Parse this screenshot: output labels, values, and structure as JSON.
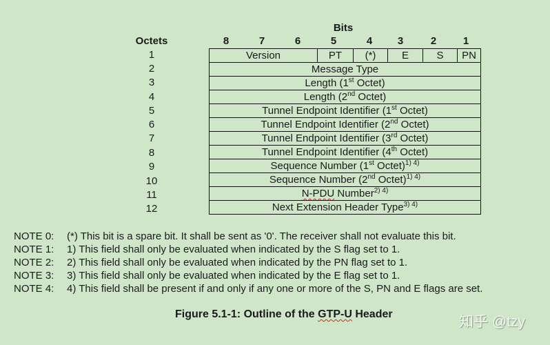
{
  "header": {
    "bits_label": "Bits",
    "octets_label": "Octets",
    "bit_numbers": [
      "8",
      "7",
      "6",
      "5",
      "4",
      "3",
      "2",
      "1"
    ]
  },
  "table": {
    "octet_numbers": [
      "1",
      "2",
      "3",
      "4",
      "5",
      "6",
      "7",
      "8",
      "9",
      "10",
      "11",
      "12"
    ],
    "row1_fields": [
      {
        "label": "Version",
        "bits": 3
      },
      {
        "label": "PT",
        "bits": 1
      },
      {
        "label": "(*)",
        "bits": 1
      },
      {
        "label": "E",
        "bits": 1
      },
      {
        "label": "S",
        "bits": 1
      },
      {
        "label": "PN",
        "bits": 1
      }
    ],
    "rows": [
      {
        "octet": "2",
        "text": "Message Type",
        "sup": "",
        "suffix": "",
        "tail_sup": ""
      },
      {
        "octet": "3",
        "text": "Length (1",
        "sup": "st",
        "suffix": " Octet)",
        "tail_sup": ""
      },
      {
        "octet": "4",
        "text": "Length (2",
        "sup": "nd",
        "suffix": " Octet)",
        "tail_sup": ""
      },
      {
        "octet": "5",
        "text": "Tunnel Endpoint Identifier (1",
        "sup": "st",
        "suffix": " Octet)",
        "tail_sup": ""
      },
      {
        "octet": "6",
        "text": "Tunnel Endpoint Identifier (2",
        "sup": "nd",
        "suffix": " Octet)",
        "tail_sup": ""
      },
      {
        "octet": "7",
        "text": "Tunnel Endpoint Identifier (3",
        "sup": "rd",
        "suffix": " Octet)",
        "tail_sup": ""
      },
      {
        "octet": "8",
        "text": "Tunnel Endpoint Identifier (4",
        "sup": "th",
        "suffix": " Octet)",
        "tail_sup": ""
      },
      {
        "octet": "9",
        "text": "Sequence Number (1",
        "sup": "st",
        "suffix": " Octet)",
        "tail_sup": "1) 4)"
      },
      {
        "octet": "10",
        "text": "Sequence Number (2",
        "sup": "nd",
        "suffix": " Octet)",
        "tail_sup": "1) 4)"
      },
      {
        "octet": "11",
        "text": "N-PDU",
        "sup": "",
        "suffix": " Number",
        "tail_sup": "2) 4)"
      },
      {
        "octet": "12",
        "text": "Next Extension Header Type",
        "sup": "",
        "suffix": "",
        "tail_sup": "3) 4)"
      }
    ]
  },
  "notes": [
    {
      "label": "NOTE 0:",
      "text": "(*) This bit is a spare bit. It shall be sent as '0'. The receiver shall not evaluate this bit."
    },
    {
      "label": "NOTE 1:",
      "text": "1) This field shall only be evaluated when indicated by the S flag set to 1."
    },
    {
      "label": "NOTE 2:",
      "text": "2) This field shall only be evaluated when indicated by the PN flag set to 1."
    },
    {
      "label": "NOTE 3:",
      "text": "3) This field shall only be evaluated when indicated by the E flag set to 1."
    },
    {
      "label": "NOTE 4:",
      "text": "4) This field shall be present if and only if any one or more of the S, PN and E flags are set."
    }
  ],
  "caption": {
    "prefix": "Figure 5.1-1: Outline of the ",
    "term": "GTP-U",
    "suffix": " Header"
  },
  "watermark": "知乎 @tzy",
  "colors": {
    "background": "#cfe6c9",
    "border": "#111111",
    "spellcheck_underline": "#dd2222"
  }
}
